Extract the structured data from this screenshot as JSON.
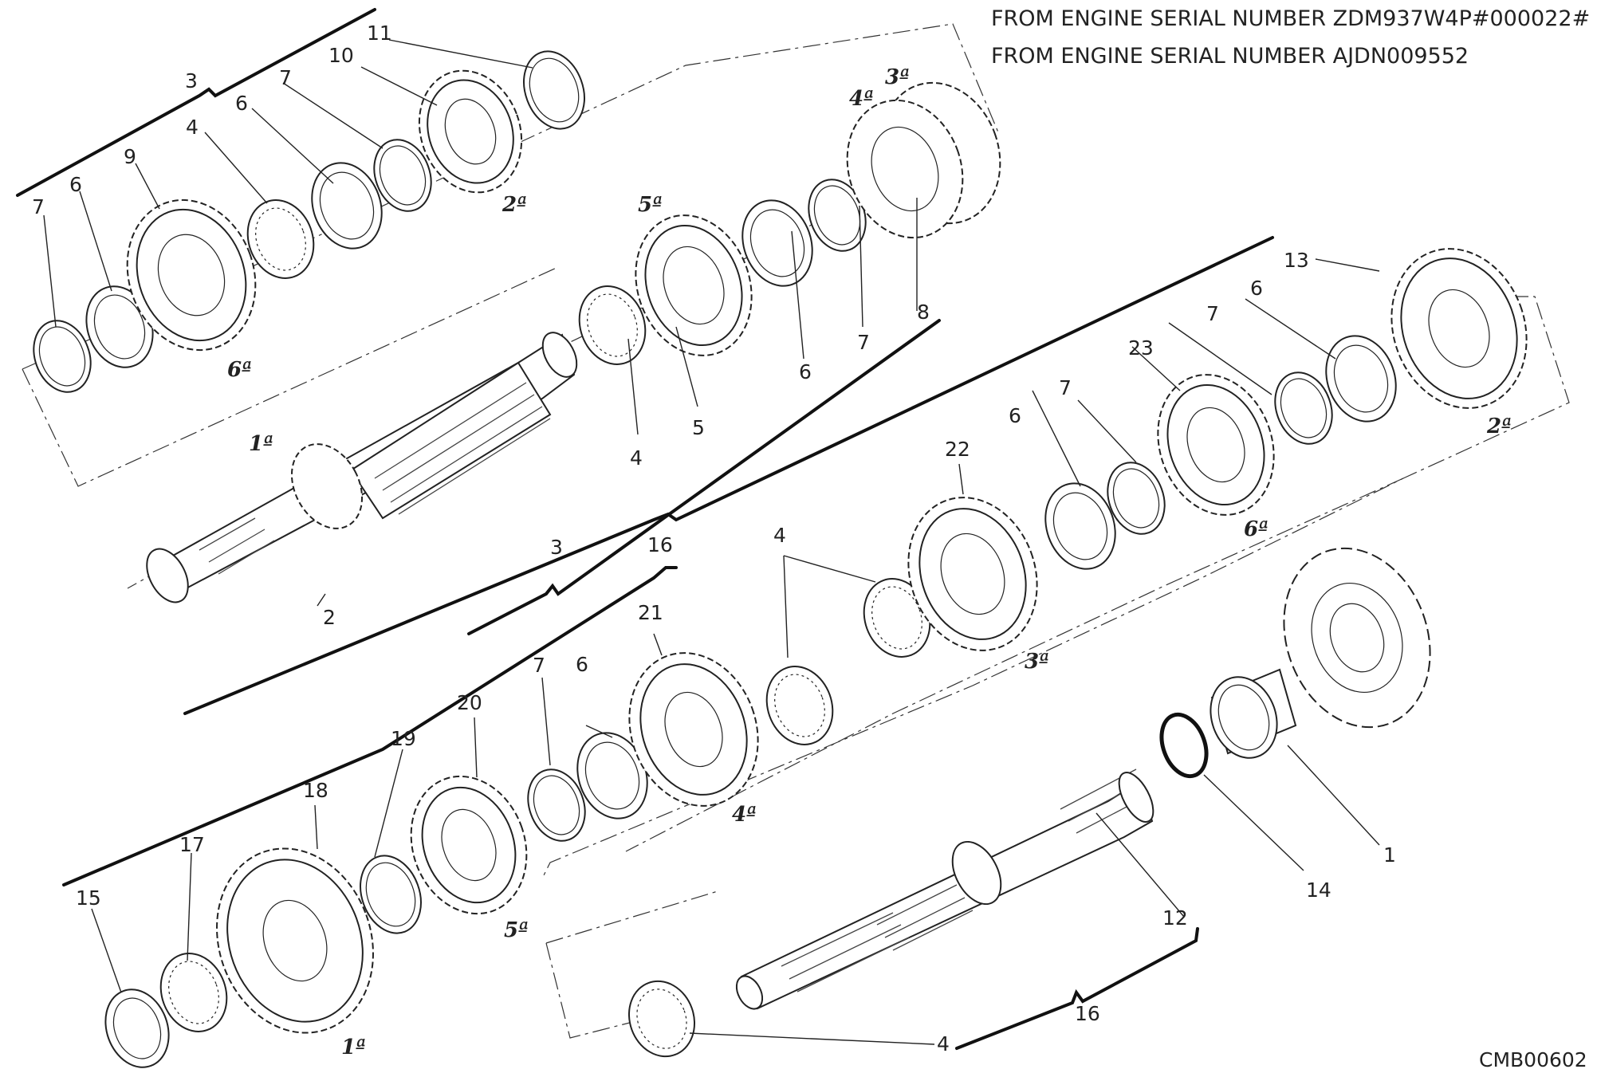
{
  "header": {
    "serial_line_1": "FROM ENGINE SERIAL NUMBER ZDM937W4P#000022#",
    "serial_line_2": "FROM ENGINE SERIAL NUMBER AJDN009552"
  },
  "drawing_code": "CMB00602",
  "labels": {
    "l1": "1",
    "l2": "2",
    "l3a": "3",
    "l3b": "3",
    "l4a": "4",
    "l4b": "4",
    "l4c": "4",
    "l4d": "4",
    "l5": "5",
    "l6a": "6",
    "l6b": "6",
    "l6c": "6",
    "l6d": "6",
    "l6e": "6",
    "l6f": "6",
    "l7a": "7",
    "l7b": "7",
    "l7c": "7",
    "l7d": "7",
    "l7e": "7",
    "l7f": "7",
    "l8": "8",
    "l9": "9",
    "l10": "10",
    "l11": "11",
    "l12": "12",
    "l13": "13",
    "l14": "14",
    "l15": "15",
    "l16a": "16",
    "l16b": "16",
    "l17": "17",
    "l18": "18",
    "l19": "19",
    "l20": "20",
    "l21": "21",
    "l22": "22",
    "l23": "23"
  },
  "gear_labels": {
    "g1a": "1ª",
    "g2a": "2ª",
    "g3a": "3ª",
    "g4a": "4ª",
    "g5a": "5ª",
    "g6a": "6ª",
    "g1b": "1ª",
    "g2b": "2ª",
    "g3b": "3ª",
    "g4b": "4ª",
    "g5b": "5ª",
    "g6b": "6ª"
  }
}
